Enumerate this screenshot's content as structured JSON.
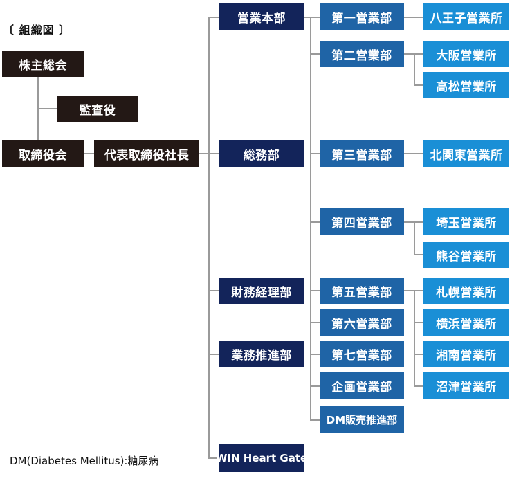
{
  "title": "〔 組織図 〕",
  "note": "DM(Diabetes Mellitus):糖尿病",
  "colors": {
    "governance": "#231815",
    "headquarters": "#13245a",
    "division": "#1f64a6",
    "office": "#1a8fd6",
    "connector": "#9a9a9a"
  },
  "governance": {
    "shareholders": "株主総会",
    "auditor": "監査役",
    "board": "取締役会",
    "president": "代表取締役社長"
  },
  "headquarters": [
    "営業本部",
    "総務部",
    "財務経理部",
    "業務推進部",
    "WIN Heart Gate"
  ],
  "divisions": [
    "第一営業部",
    "第二営業部",
    "第三営業部",
    "第四営業部",
    "第五営業部",
    "第六営業部",
    "第七営業部",
    "企画営業部",
    "DM販売推進部"
  ],
  "offices": [
    "八王子営業所",
    "大阪営業所",
    "高松営業所",
    "北関東営業所",
    "埼玉営業所",
    "熊谷営業所",
    "札幌営業所",
    "横浜営業所",
    "湘南営業所",
    "沼津営業所"
  ]
}
